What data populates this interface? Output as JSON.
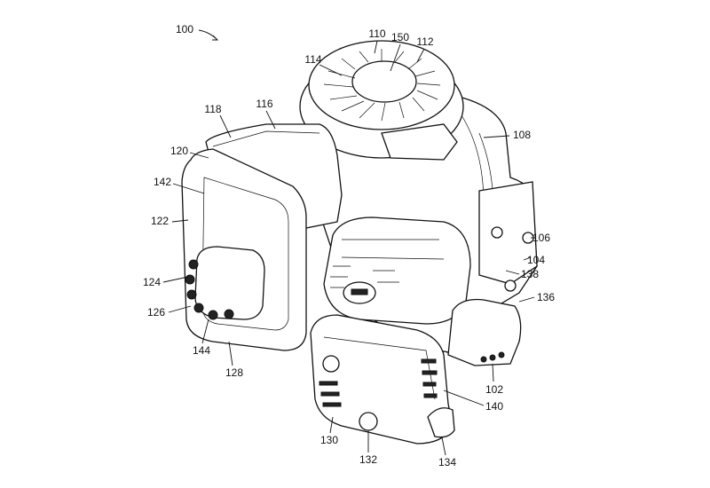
{
  "figure": {
    "ref_numerals": [
      {
        "id": "100",
        "text": "100"
      },
      {
        "id": "110",
        "text": "110"
      },
      {
        "id": "150",
        "text": "150"
      },
      {
        "id": "112",
        "text": "112"
      },
      {
        "id": "114",
        "text": "114"
      },
      {
        "id": "118",
        "text": "118"
      },
      {
        "id": "116",
        "text": "116"
      },
      {
        "id": "108",
        "text": "108"
      },
      {
        "id": "120",
        "text": "120"
      },
      {
        "id": "142",
        "text": "142"
      },
      {
        "id": "122",
        "text": "122"
      },
      {
        "id": "106",
        "text": "106"
      },
      {
        "id": "104",
        "text": "104"
      },
      {
        "id": "138",
        "text": "138"
      },
      {
        "id": "124",
        "text": "124"
      },
      {
        "id": "136",
        "text": "136"
      },
      {
        "id": "126",
        "text": "126"
      },
      {
        "id": "144",
        "text": "144"
      },
      {
        "id": "128",
        "text": "128"
      },
      {
        "id": "102",
        "text": "102"
      },
      {
        "id": "140",
        "text": "140"
      },
      {
        "id": "130",
        "text": "130"
      },
      {
        "id": "132",
        "text": "132"
      },
      {
        "id": "134",
        "text": "134"
      }
    ]
  }
}
